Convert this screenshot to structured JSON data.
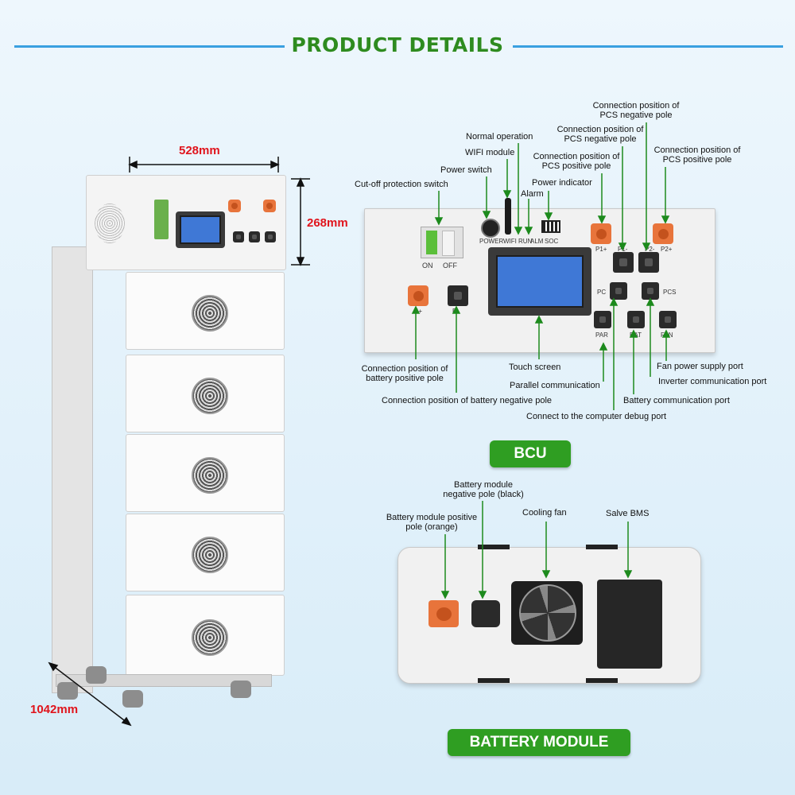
{
  "header": {
    "title": "PRODUCT DETAILS"
  },
  "dimensions": {
    "width": "528mm",
    "height": "268mm",
    "depth": "1042mm"
  },
  "bcu": {
    "badge": "BCU",
    "panel_text": {
      "on": "ON",
      "off": "OFF",
      "power": "POWER",
      "wifi": "WIFI",
      "run": "RUN",
      "alm": "ALM",
      "soc": "SOC",
      "p1p": "P1+",
      "p1n": "P1-",
      "p2n": "P2-",
      "p2p": "P2+",
      "pc": "PC",
      "pcs": "PCS",
      "par": "PAR",
      "bat": "BAT",
      "fan": "FAN",
      "bp": "B+",
      "bn": "B-"
    },
    "labels": {
      "cutoff": "Cut-off protection switch",
      "power_switch": "Power switch",
      "wifi_module": "WIFI module",
      "normal_operation": "Normal operation",
      "alarm": "Alarm",
      "power_indicator": "Power indicator",
      "pcs_pos_1": "Connection position of\nPCS positive pole",
      "pcs_neg_1": "Connection position of\nPCS negative pole",
      "pcs_neg_2": "Connection position of\nPCS negative pole",
      "pcs_pos_2": "Connection position of\nPCS positive pole",
      "battery_pos": "Connection position of\nbattery positive pole",
      "touch_screen": "Touch screen",
      "parallel_comm": "Parallel communication",
      "battery_neg": "Connection position of battery negative pole",
      "debug_port": "Connect to the computer debug port",
      "fan_power": "Fan power supply port",
      "inverter_comm": "Inverter communication port",
      "battery_comm": "Battery communication port"
    }
  },
  "battery_module": {
    "badge": "BATTERY MODULE",
    "labels": {
      "neg_pole": "Battery module\nnegative pole (black)",
      "pos_pole": "Battery module positive\npole (orange)",
      "cooling_fan": "Cooling fan",
      "salve_bms": "Salve BMS"
    }
  },
  "colors": {
    "title": "#2e8b1f",
    "badge": "#2f9e22",
    "rule": "#3aa0e0",
    "dimension": "#e0141c",
    "leader": "#1d8a1d"
  }
}
